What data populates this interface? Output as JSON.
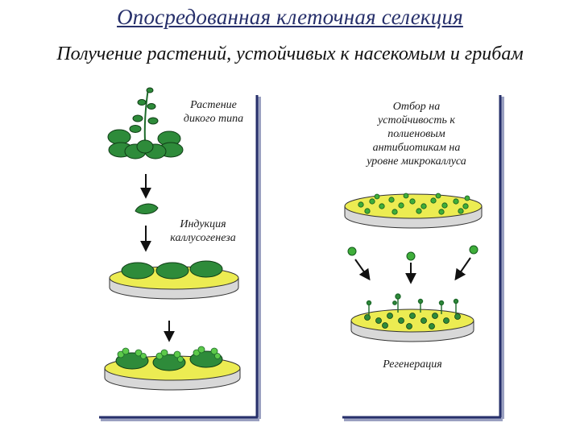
{
  "title": "Опосредованная клеточная селекция",
  "subtitle": "Получение растений, устойчивых к насекомым и грибам",
  "left_panel": {
    "wild_plant_label_line1": "Растение",
    "wild_plant_label_line2": "дикого типа",
    "induction_label_line1": "Индукция",
    "induction_label_line2": "каллусогенеза"
  },
  "right_panel": {
    "selection_label_lines": [
      "Отбор на",
      "устойчивость к",
      "полиеновым",
      "антибиотикам на",
      "уровне микрокаллуса"
    ],
    "regeneration_label": "Регенерация"
  },
  "colors": {
    "panel_border": "#27306b",
    "leaf_green": "#2e8b3a",
    "dish_yellow": "#ecec52",
    "callus_green": "#3fae3a"
  }
}
